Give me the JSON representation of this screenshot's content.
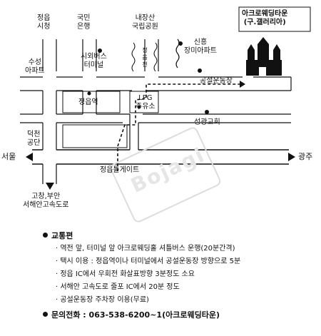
{
  "map": {
    "labels": {
      "jeongeup_sicheong": "정읍\n시청",
      "kookmin_bank": "국민\n은행",
      "naejangsan": "내장산\n국립공원",
      "akro_wedding_town": "아크로웨딩타운\n(구.갤러리아)",
      "sinheung_apt": "신흥\n장미아파트",
      "suseong_apt": "수성\n아파트",
      "bus_terminal": "시외버스\n터미널",
      "jeongeup_stream": "정읍천",
      "public_stadium": "공설운동장",
      "jeongeup_station": "정읍역",
      "lpg_station": "LPG\n주유소",
      "seonggwang_church": "성광교회",
      "deokcheon_gongdan": "덕천\n공단",
      "seoul": "서울",
      "gwangju": "광주",
      "jeongeup_tollgate": "정읍톨게이트",
      "gochang_expressway": "고창,부안\n서해안고속도로"
    },
    "watermark": "Bojagi"
  },
  "info": {
    "transport_title": "교통편",
    "items": [
      "· 역전 앞, 터미널 앞 아크로웨딩홀 셔틀버스 운행(20분간격)",
      "· 택시 이용 : 정읍역이나 터미널에서 공설운동장 방향으로 5분",
      "· 정읍 IC에서 우회전 화살표방향 3분정도 소요",
      "· 서해안 고속도로 줄포 IC에서 20분 정도",
      "· 공설운동장 주차장 이용(무료)"
    ],
    "contact": "문의전화 : 063-538-6200~1(아크로웨딩타운)"
  }
}
